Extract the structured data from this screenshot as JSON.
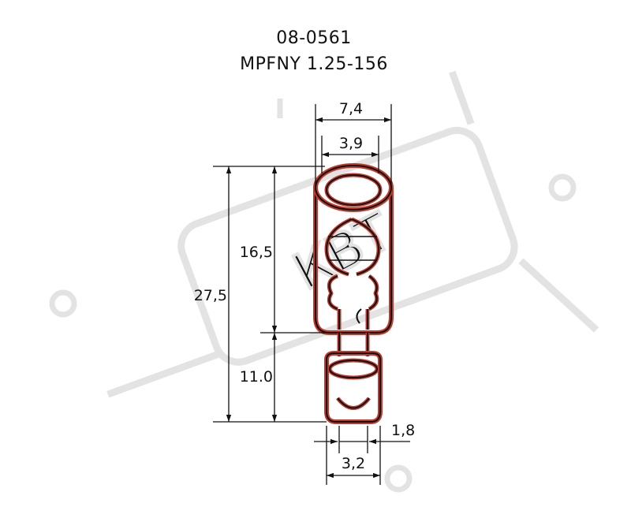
{
  "drawing": {
    "part_number": "08-0561",
    "model": "MPFNY 1.25-156",
    "watermark_text": "КВТ",
    "colors": {
      "line": "#111111",
      "accent": "#c0392b",
      "watermark": "#e3e3e3"
    },
    "dimensions": {
      "overall_width": "7,4",
      "inner_diameter": "3,9",
      "upper_length": "16,5",
      "total_length": "27,5",
      "lower_length": "11.0",
      "tip_width": "1,8",
      "lower_width": "3,2"
    }
  }
}
